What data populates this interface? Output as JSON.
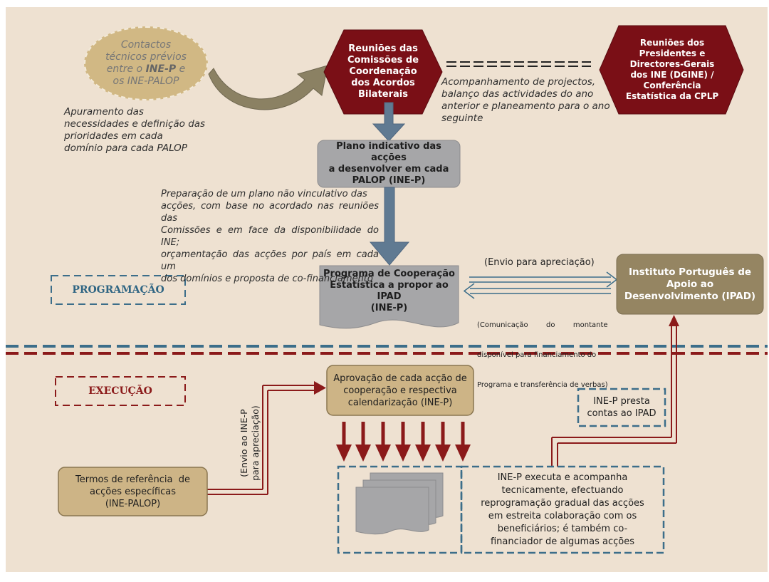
{
  "contact_oval": {
    "line1": "Contactos",
    "line2": "técnicos prévios",
    "line3_pre": "entre o ",
    "line3_bold": "INE-P",
    "line3_post": " e",
    "line4": "os INE-PALOP"
  },
  "note_apuramento": [
    "Apuramento das",
    "necessidades e definição das",
    "prioridades em cada",
    "domínio para cada PALOP"
  ],
  "hex_reunioes_comissoes": [
    "Reuniões das",
    "Comissões de",
    "Coordenação",
    "dos Acordos",
    "Bilaterais"
  ],
  "hex_reunioes_presidentes": [
    "Reuniões dos",
    "Presidentes e",
    "Directores-Gerais",
    "dos INE (DGINE) /",
    "Conferência",
    "Estatística da CPLP"
  ],
  "note_acompanhamento": [
    "Acompanhamento de projectos,",
    "balanço das actividades do ano",
    "anterior e planeamento para o ano",
    "seguinte"
  ],
  "box_plano": [
    "Plano indicativo das acções",
    "a desenvolver em cada",
    "PALOP (INE-P)"
  ],
  "note_preparacao": [
    "Preparação de um plano não vinculativo das",
    "acções, com base no acordado nas reuniões das",
    "Comissões e em face da disponibilidade do INE;",
    "orçamentação das acções por país em cada um",
    "dos domínios e proposta de co-financiamento"
  ],
  "label_envio_apreciacao": "(Envio para apreciação)",
  "box_programa": [
    "Programa de Cooperação",
    "Estatística a propor ao IPAD",
    "(INE-P)"
  ],
  "label_comunicacao": [
    "(Comunicação        do        montante",
    "disponível para financiamento do",
    "Programa e transferência de verbas)"
  ],
  "box_ipad": [
    "Instituto Português de",
    "Apoio ao",
    "Desenvolvimento (IPAD)"
  ],
  "label_programacao": "PROGRAMAÇÃO",
  "label_execucao": "EXECUÇÃO",
  "box_aprovacao": [
    "Aprovação de cada acção de",
    "cooperação e respectiva",
    "calendarização (INE-P)"
  ],
  "label_presta_contas": [
    "INE-P presta",
    "contas ao IPAD"
  ],
  "label_envio_ine": [
    "(Envio ao INE-P",
    "para apreciação)"
  ],
  "box_termos": [
    "Termos de referência  de",
    "acções específicas",
    "(INE-PALOP)"
  ],
  "box_executa": [
    "INE-P executa e acompanha",
    "tecnicamente, efectuando",
    "reprogramação gradual das acções",
    "em estreita colaboração com os",
    "beneficiários; é também co-",
    "financiador de algumas acções"
  ],
  "colors": {
    "background": "#eee1d1",
    "tan": "#cdb486",
    "maroon": "#7a0f16",
    "steel": "#607a92",
    "teal": "#3c6e8a",
    "gray_box": "#a6a6a8",
    "olive": "#8b8163",
    "ipad": "#958562"
  }
}
